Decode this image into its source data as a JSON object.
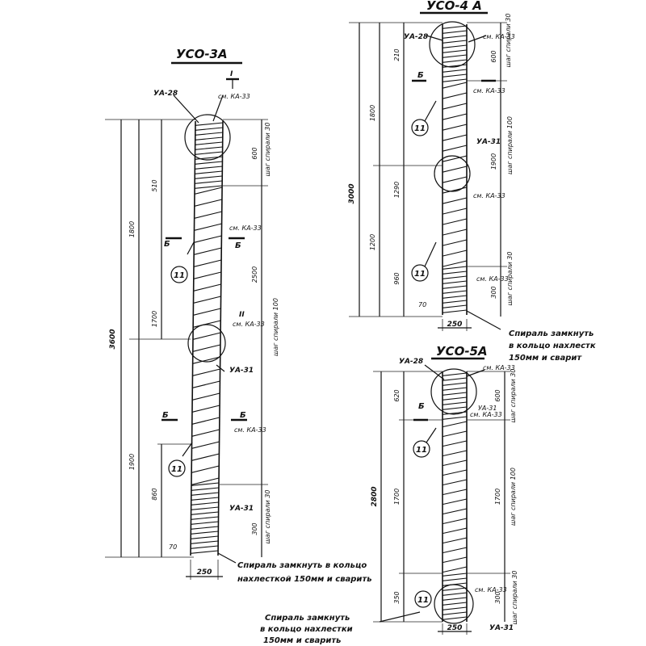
{
  "drawings": {
    "uso3a": {
      "title": "УСО-3А",
      "total_len": "3600",
      "dim_1800_top": "1800",
      "dim_1700": "1700",
      "dim_1900": "1900",
      "dim_510": "510",
      "dim_860": "860",
      "dim_600": "600",
      "dim_2500": "2500",
      "dim_300": "300",
      "dim_70": "70",
      "dim_250": "250",
      "pitch_30_top": "шаг спирали 30",
      "pitch_100": "шаг спирали 100",
      "pitch_30_bot": "шаг спирали 30",
      "ua28": "УА-28",
      "ua31_mid": "УА-31",
      "ua31_low": "УА-31",
      "mark_i": "I",
      "mark_ii": "II",
      "see_ka33_top": "см. КА-33",
      "see_ka33_mid": "см. КА-33",
      "see_ka33_a": "см. КА-33",
      "see_ka33_b": "см. КА-33",
      "sec_b1": "Б",
      "sec_b2": "Б",
      "sec_b3": "Б",
      "sec_b4": "Б",
      "item_11a": "11",
      "item_11b": "11",
      "note_l1": "Спираль замкнуть в кольцо",
      "note_l2": "нахлесткой 150мм и сварить"
    },
    "uso4a": {
      "title": "УСО-4 А",
      "total_len": "3000",
      "dim_1800": "1800",
      "dim_1200": "1200",
      "dim_210": "210",
      "dim_1290": "1290",
      "dim_1900": "1900",
      "dim_960": "960",
      "dim_600": "600",
      "dim_300": "300",
      "dim_70": "70",
      "dim_250": "250",
      "pitch_30_top": "шаг спирали 30",
      "pitch_100": "шаг спирали 100",
      "pitch_30_bot": "шаг спирали 30",
      "ua28": "УА-28",
      "ua31": "УА-31",
      "see_ka33_a": "см. КА-33",
      "see_ka33_b": "см. КА-33",
      "see_ka33_c": "см. КА-33",
      "see_ka33_d": "см. КА-33",
      "sec_b1": "Б",
      "item_11a": "11",
      "item_11b": "11",
      "note_l1": "Спираль замкнуть",
      "note_l2": "в кольцо нахлестк",
      "note_l3": "150мм и сварит"
    },
    "uso5a": {
      "title": "УСО-5А",
      "total_len": "2800",
      "dim_1700a": "1700",
      "dim_1700b": "1700",
      "dim_620": "620",
      "dim_350": "350",
      "dim_600": "600",
      "dim_300": "300",
      "dim_250": "250",
      "pitch_30_top": "шаг спирали 30",
      "pitch_100": "шаг спирали 100",
      "pitch_30_bot": "шаг спирали 30",
      "ua28": "УА-28",
      "ua31a": "УА-31",
      "ua31b": "УА-31",
      "see_ka33_a": "см. КА-33",
      "see_ka33_b": "см. КА-33",
      "see_ka33_c": "см. КА-33",
      "sec_b1": "Б",
      "item_11a": "11",
      "item_11b": "11",
      "note_l1": "Спираль замкнуть",
      "note_l2": "в кольцо нахлестки",
      "note_l3": "150мм и сварить"
    }
  }
}
